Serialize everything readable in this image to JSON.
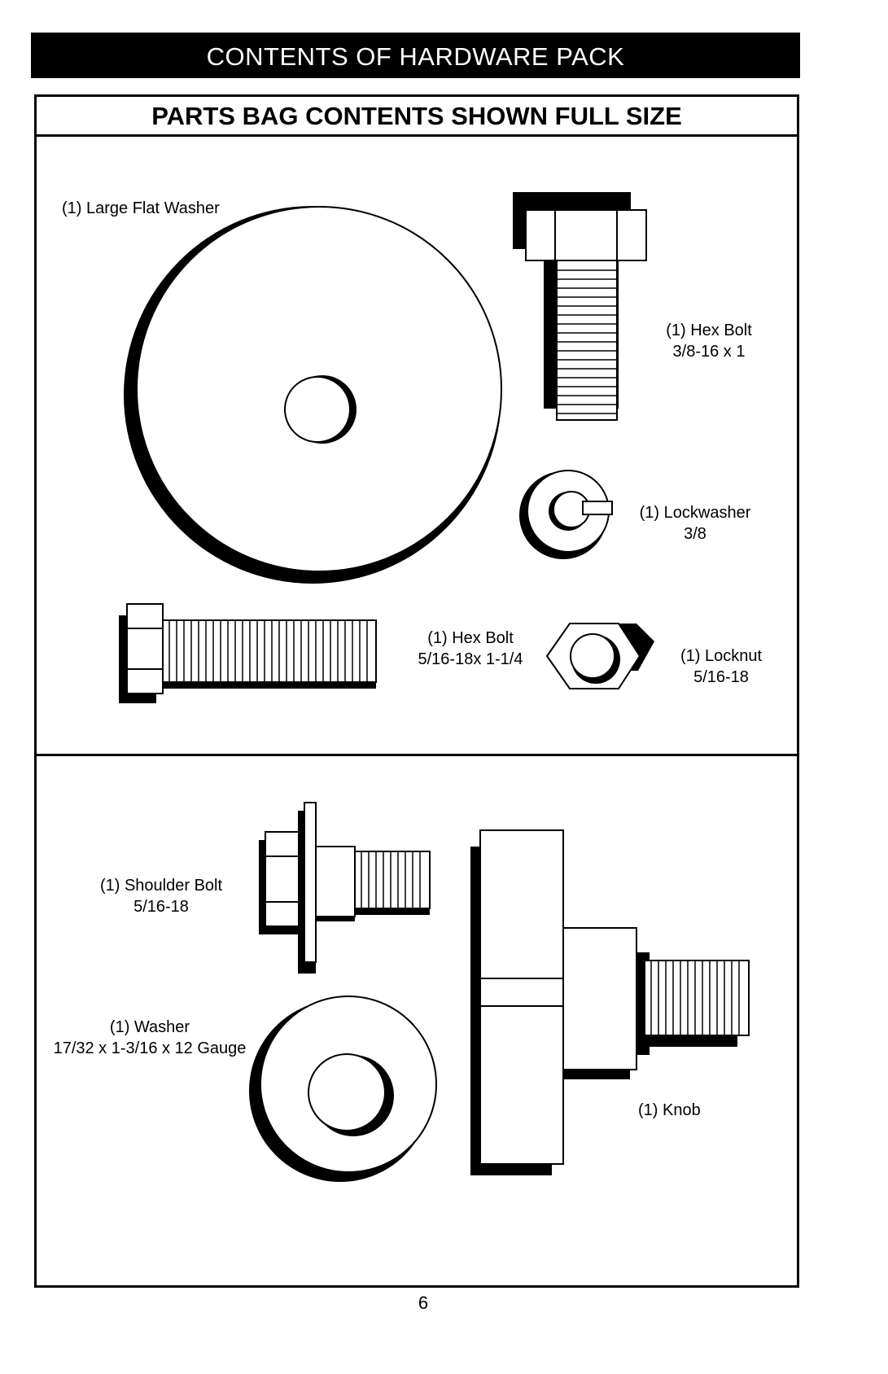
{
  "header": {
    "banner": "CONTENTS OF HARDWARE PACK",
    "subtitle": "PARTS BAG CONTENTS SHOWN FULL SIZE"
  },
  "parts": {
    "large_flat_washer": "(1) Large Flat Washer",
    "hex_bolt_38": {
      "name": "(1) Hex Bolt",
      "size": "3/8-16 x 1"
    },
    "lockwasher": {
      "name": "(1) Lockwasher",
      "size": "3/8"
    },
    "hex_bolt_516": {
      "name": "(1) Hex Bolt",
      "size": "5/16-18x 1-1/4"
    },
    "locknut": {
      "name": "(1) Locknut",
      "size": "5/16-18"
    },
    "shoulder_bolt": {
      "name": "(1) Shoulder Bolt",
      "size": "5/16-18"
    },
    "washer": {
      "name": "(1) Washer",
      "size": "17/32 x 1-3/16 x 12 Gauge"
    },
    "knob": "(1) Knob"
  },
  "footer": {
    "page_number": "6"
  }
}
